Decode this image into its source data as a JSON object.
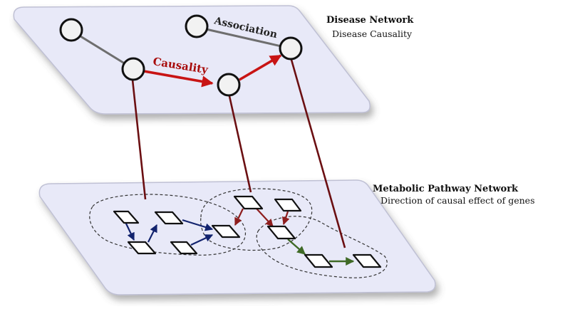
{
  "disease_network": {
    "title": "Disease Network",
    "subtitle": "Disease Causality",
    "edge_labels": {
      "association": "Association",
      "causality": "Causality"
    }
  },
  "metabolic_network": {
    "title": "Metabolic Pathway Network",
    "subtitle": "Direction of causal effect of genes"
  },
  "colors": {
    "plane_fill": "#e8e9f8",
    "plane_stroke": "#bfc0d4",
    "causal_edge": "#c81414",
    "causal_label": "#a80c0c",
    "association_edge": "#6e6e6e",
    "mapping_link": "#6b0f12",
    "module_a_arrow": "#12236e",
    "module_b_arrow": "#8e1d1d",
    "module_c_arrow": "#3f6a26"
  }
}
